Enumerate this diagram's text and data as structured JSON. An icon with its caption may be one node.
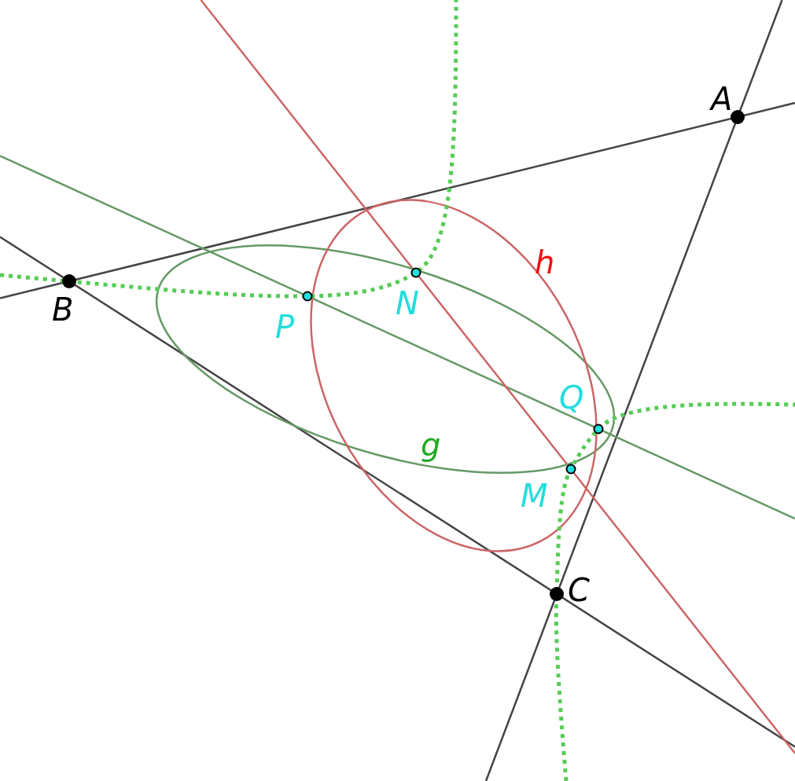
{
  "diagram": {
    "labels": [
      "A",
      "h",
      "B",
      "N",
      "P",
      "Q",
      "g",
      "M",
      "C"
    ]
  }
}
